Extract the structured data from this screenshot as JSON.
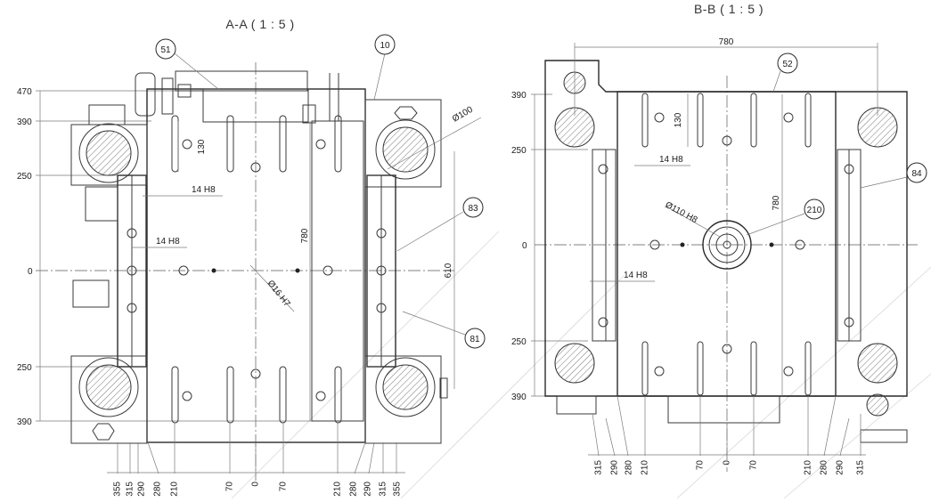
{
  "views": {
    "aa": {
      "title": "A-A ( 1 : 5 )",
      "left_labels": [
        "470",
        "390",
        "250",
        "0",
        "250",
        "390"
      ],
      "bottom_labels": [
        "355",
        "315",
        "290",
        "280",
        "210",
        "70",
        "0",
        "70",
        "210",
        "280",
        "290",
        "315",
        "355"
      ],
      "dims": {
        "d130": "130",
        "d780": "780",
        "d610": "610",
        "h14a": "14 H8",
        "h14b": "14 H8",
        "d100": "Ø100",
        "d16": "Ø16 H7"
      },
      "callouts": [
        "51",
        "10",
        "83",
        "81"
      ]
    },
    "bb": {
      "title": "B-B ( 1 : 5 )",
      "left_labels": [
        "390",
        "250",
        "0",
        "250",
        "390"
      ],
      "bottom_labels": [
        "315",
        "290",
        "280",
        "210",
        "70",
        "0",
        "70",
        "210",
        "280",
        "290",
        "315"
      ],
      "dims": {
        "d780top": "780",
        "d130": "130",
        "d780v": "780",
        "h14a": "14 H8",
        "h14b": "14 H8",
        "d110": "Ø110 H8"
      },
      "callouts": [
        "52",
        "84",
        "210"
      ]
    }
  }
}
